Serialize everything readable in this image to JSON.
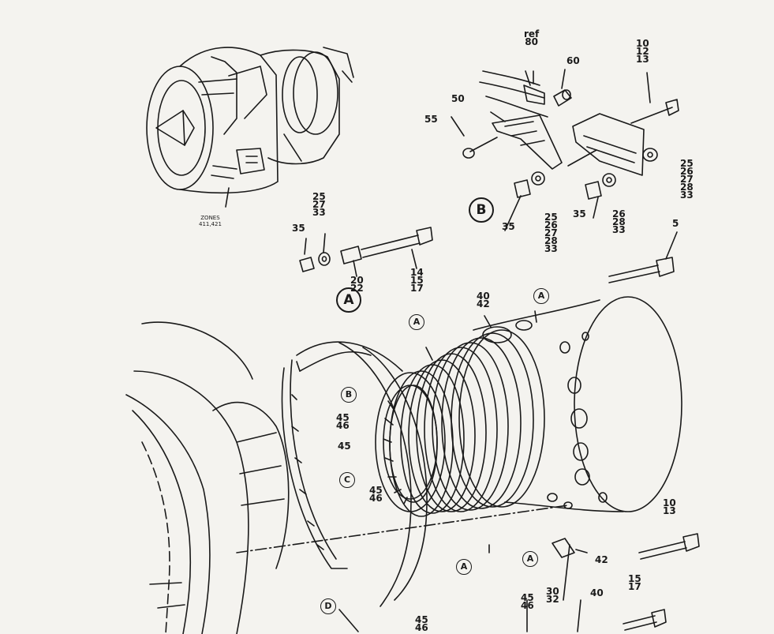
{
  "diagram": {
    "zones_label": "ZONES\n411,421",
    "detail_callouts": [
      "A",
      "B"
    ],
    "part_callouts": [
      "ref\n80",
      "60",
      "10\n12\n13",
      "50",
      "55",
      "25\n26\n27\n28\n33",
      "25\n27\n33",
      "35",
      "25\n26\n27\n28\n33",
      "35",
      "26\n28\n33",
      "5",
      "35",
      "14\n15\n17",
      "20\n22",
      "40\n42",
      "45\n46",
      "45",
      "45\n46",
      "10\n13",
      "42",
      "15\n17",
      "30\n32",
      "45\n46",
      "40",
      "45\n46"
    ],
    "ring_callouts": [
      "A",
      "A",
      "B",
      "C",
      "A",
      "A",
      "D"
    ],
    "colors": {
      "ink": "#1a1a1a",
      "paper": "#f4f3ef"
    }
  }
}
